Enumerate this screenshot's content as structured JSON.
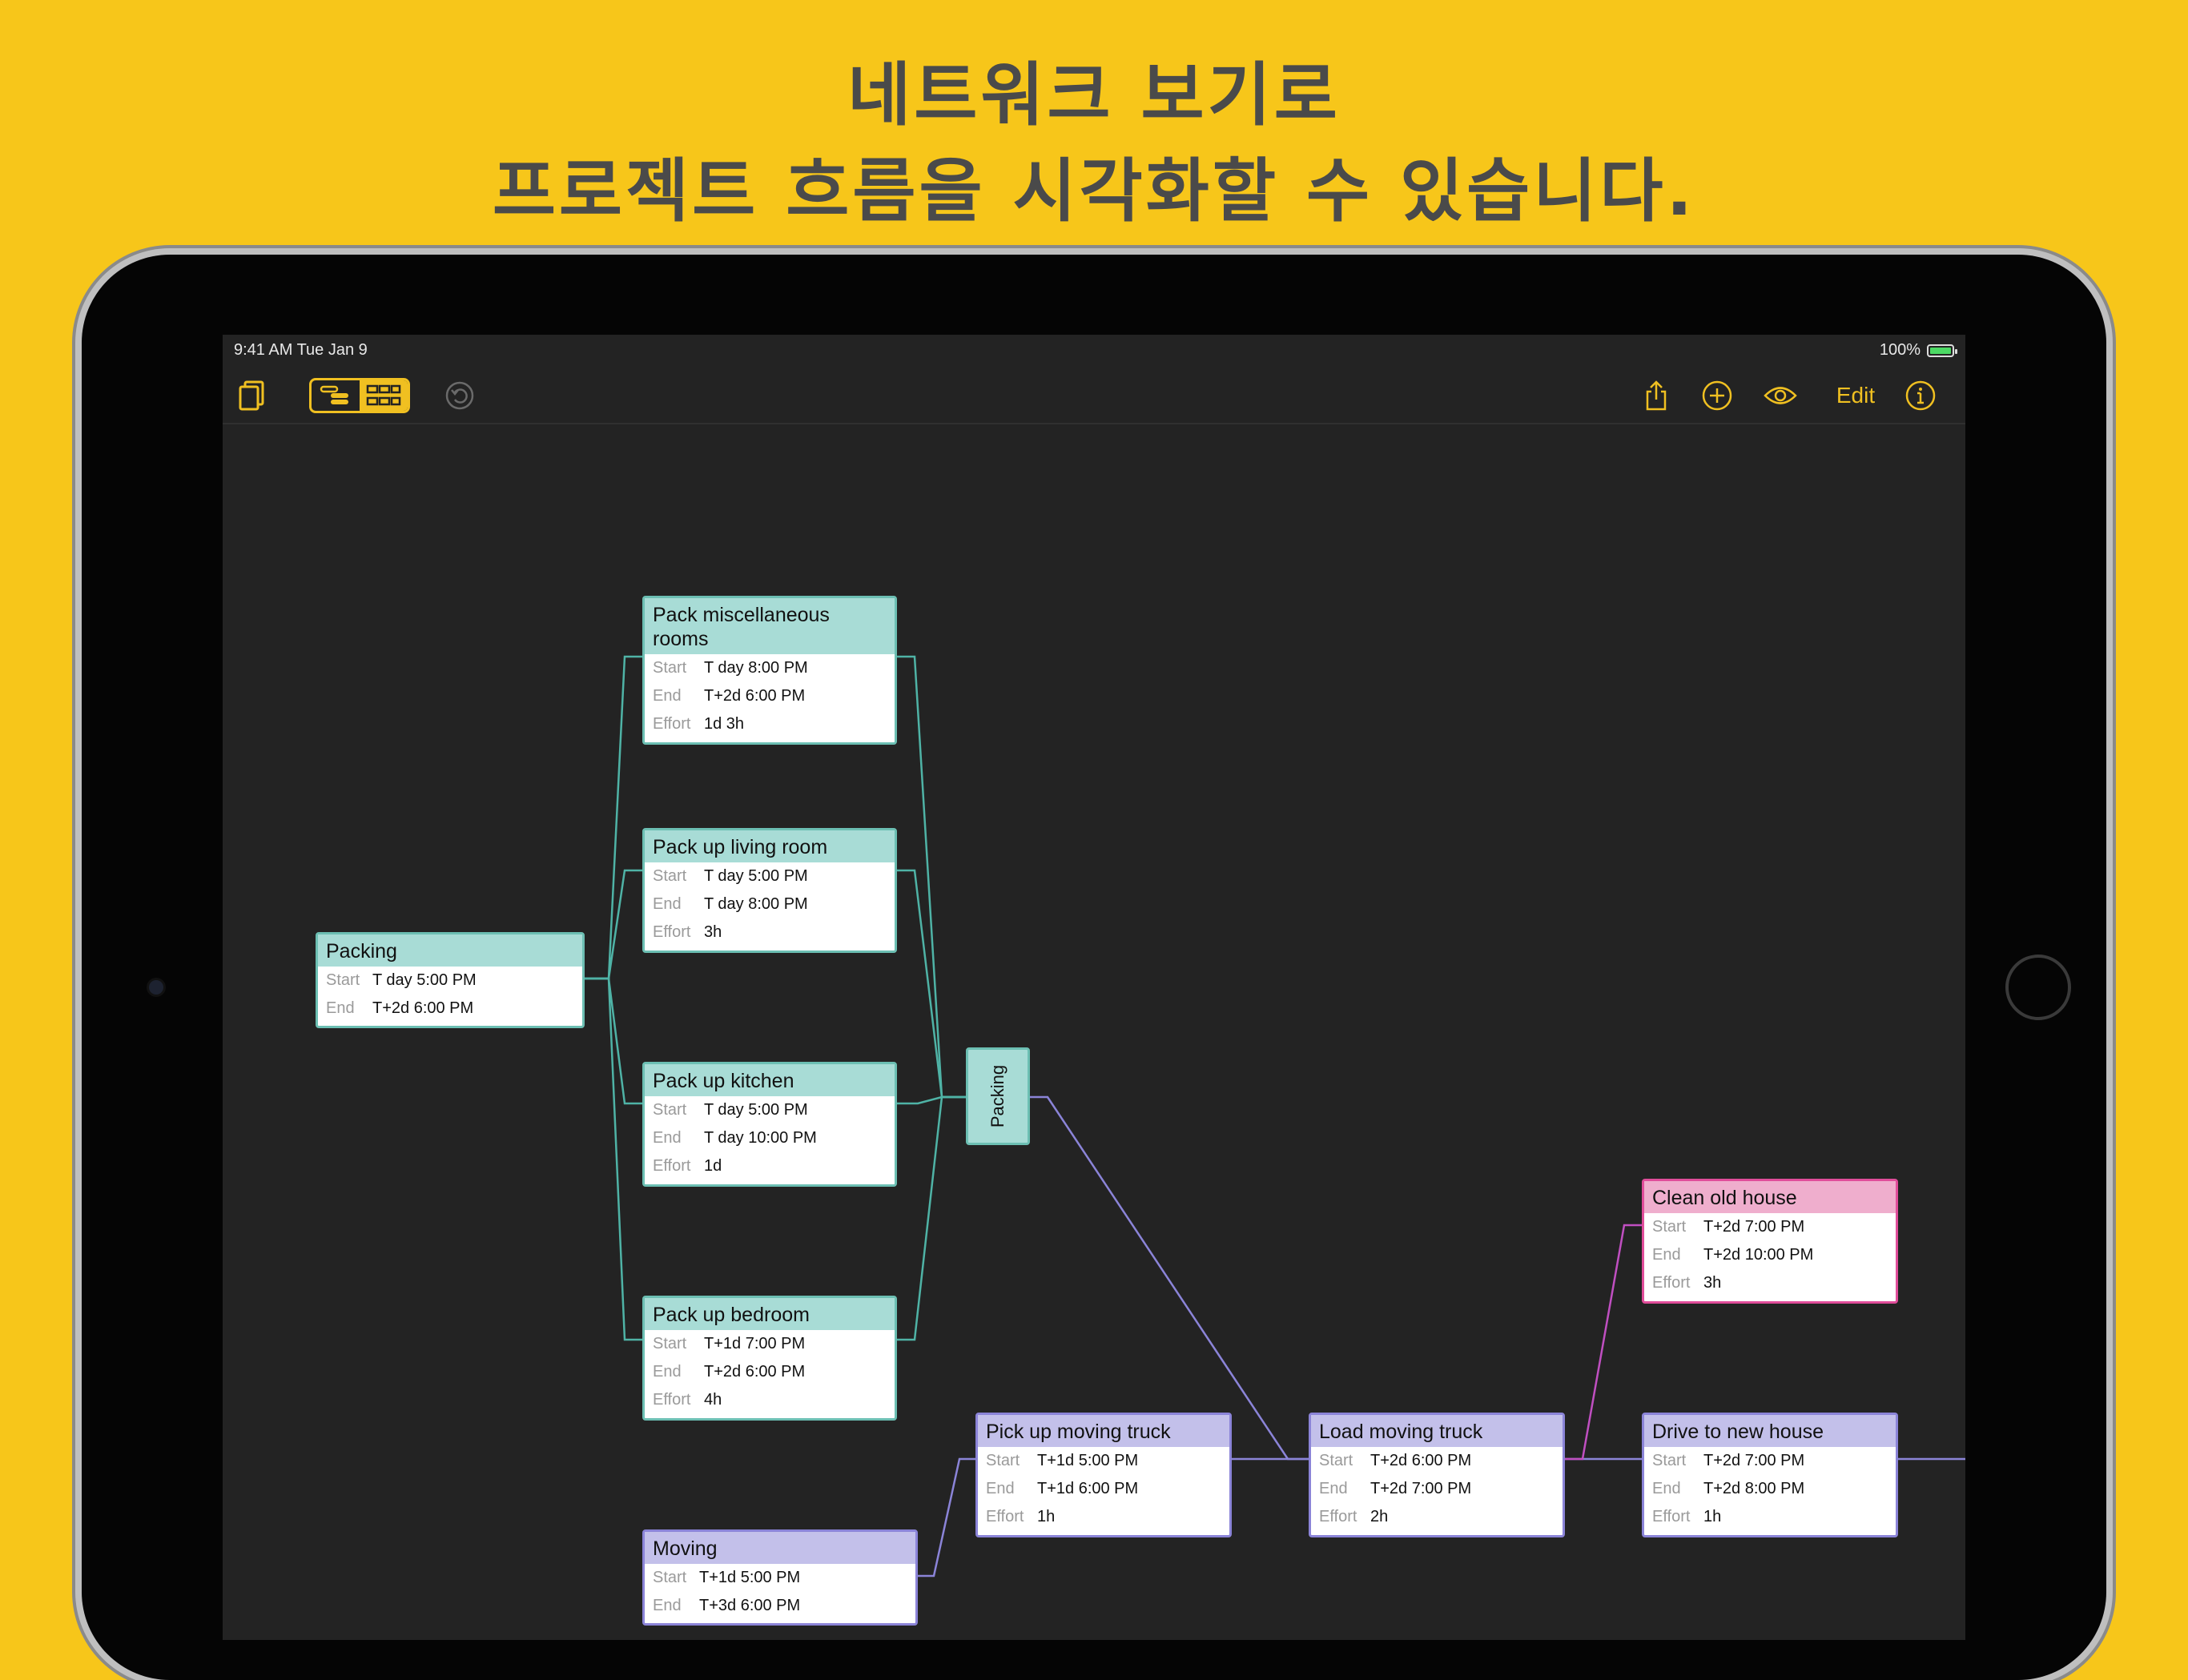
{
  "headline": {
    "line1": "네트워크 보기로",
    "line2": "프로젝트 흐름을 시각화할 수 있습니다."
  },
  "status_bar": {
    "time": "9:41 AM   Tue Jan 9",
    "battery": "100%"
  },
  "toolbar": {
    "edit_label": "Edit",
    "icons": [
      "documents-icon",
      "outline-view-icon",
      "network-view-icon",
      "undo-icon",
      "share-icon",
      "add-icon",
      "view-options-icon",
      "info-icon"
    ],
    "accent": "#f0c021"
  },
  "labels": {
    "start": "Start",
    "end": "End",
    "effort": "Effort"
  },
  "colors": {
    "teal": "#6cbfb3",
    "purple": "#8b84d8",
    "pink": "#e04d9a"
  },
  "network": {
    "packing_group": {
      "title": "Packing",
      "start": "T day 5:00 PM",
      "end": "T+2d 6:00 PM"
    },
    "packing_group_end_label": "Packing",
    "moving_group": {
      "title": "Moving",
      "start": "T+1d 5:00 PM",
      "end": "T+3d 6:00 PM"
    },
    "tasks": {
      "misc_rooms": {
        "title": "Pack miscellaneous rooms",
        "start": "T day 8:00 PM",
        "end": "T+2d 6:00 PM",
        "effort": "1d 3h"
      },
      "living_room": {
        "title": "Pack up living room",
        "start": "T day 5:00 PM",
        "end": "T day 8:00 PM",
        "effort": "3h"
      },
      "kitchen": {
        "title": "Pack up kitchen",
        "start": "T day 5:00 PM",
        "end": "T day 10:00 PM",
        "effort": "1d"
      },
      "bedroom": {
        "title": "Pack up bedroom",
        "start": "T+1d 7:00 PM",
        "end": "T+2d 6:00 PM",
        "effort": "4h"
      },
      "pickup_truck": {
        "title": "Pick up moving truck",
        "start": "T+1d 5:00 PM",
        "end": "T+1d 6:00 PM",
        "effort": "1h"
      },
      "load_truck": {
        "title": "Load moving truck",
        "start": "T+2d 6:00 PM",
        "end": "T+2d 7:00 PM",
        "effort": "2h"
      },
      "clean_house": {
        "title": "Clean old house",
        "start": "T+2d 7:00 PM",
        "end": "T+2d 10:00 PM",
        "effort": "3h"
      },
      "drive_house": {
        "title": "Drive to new house",
        "start": "T+2d 7:00 PM",
        "end": "T+2d 8:00 PM",
        "effort": "1h"
      }
    }
  }
}
